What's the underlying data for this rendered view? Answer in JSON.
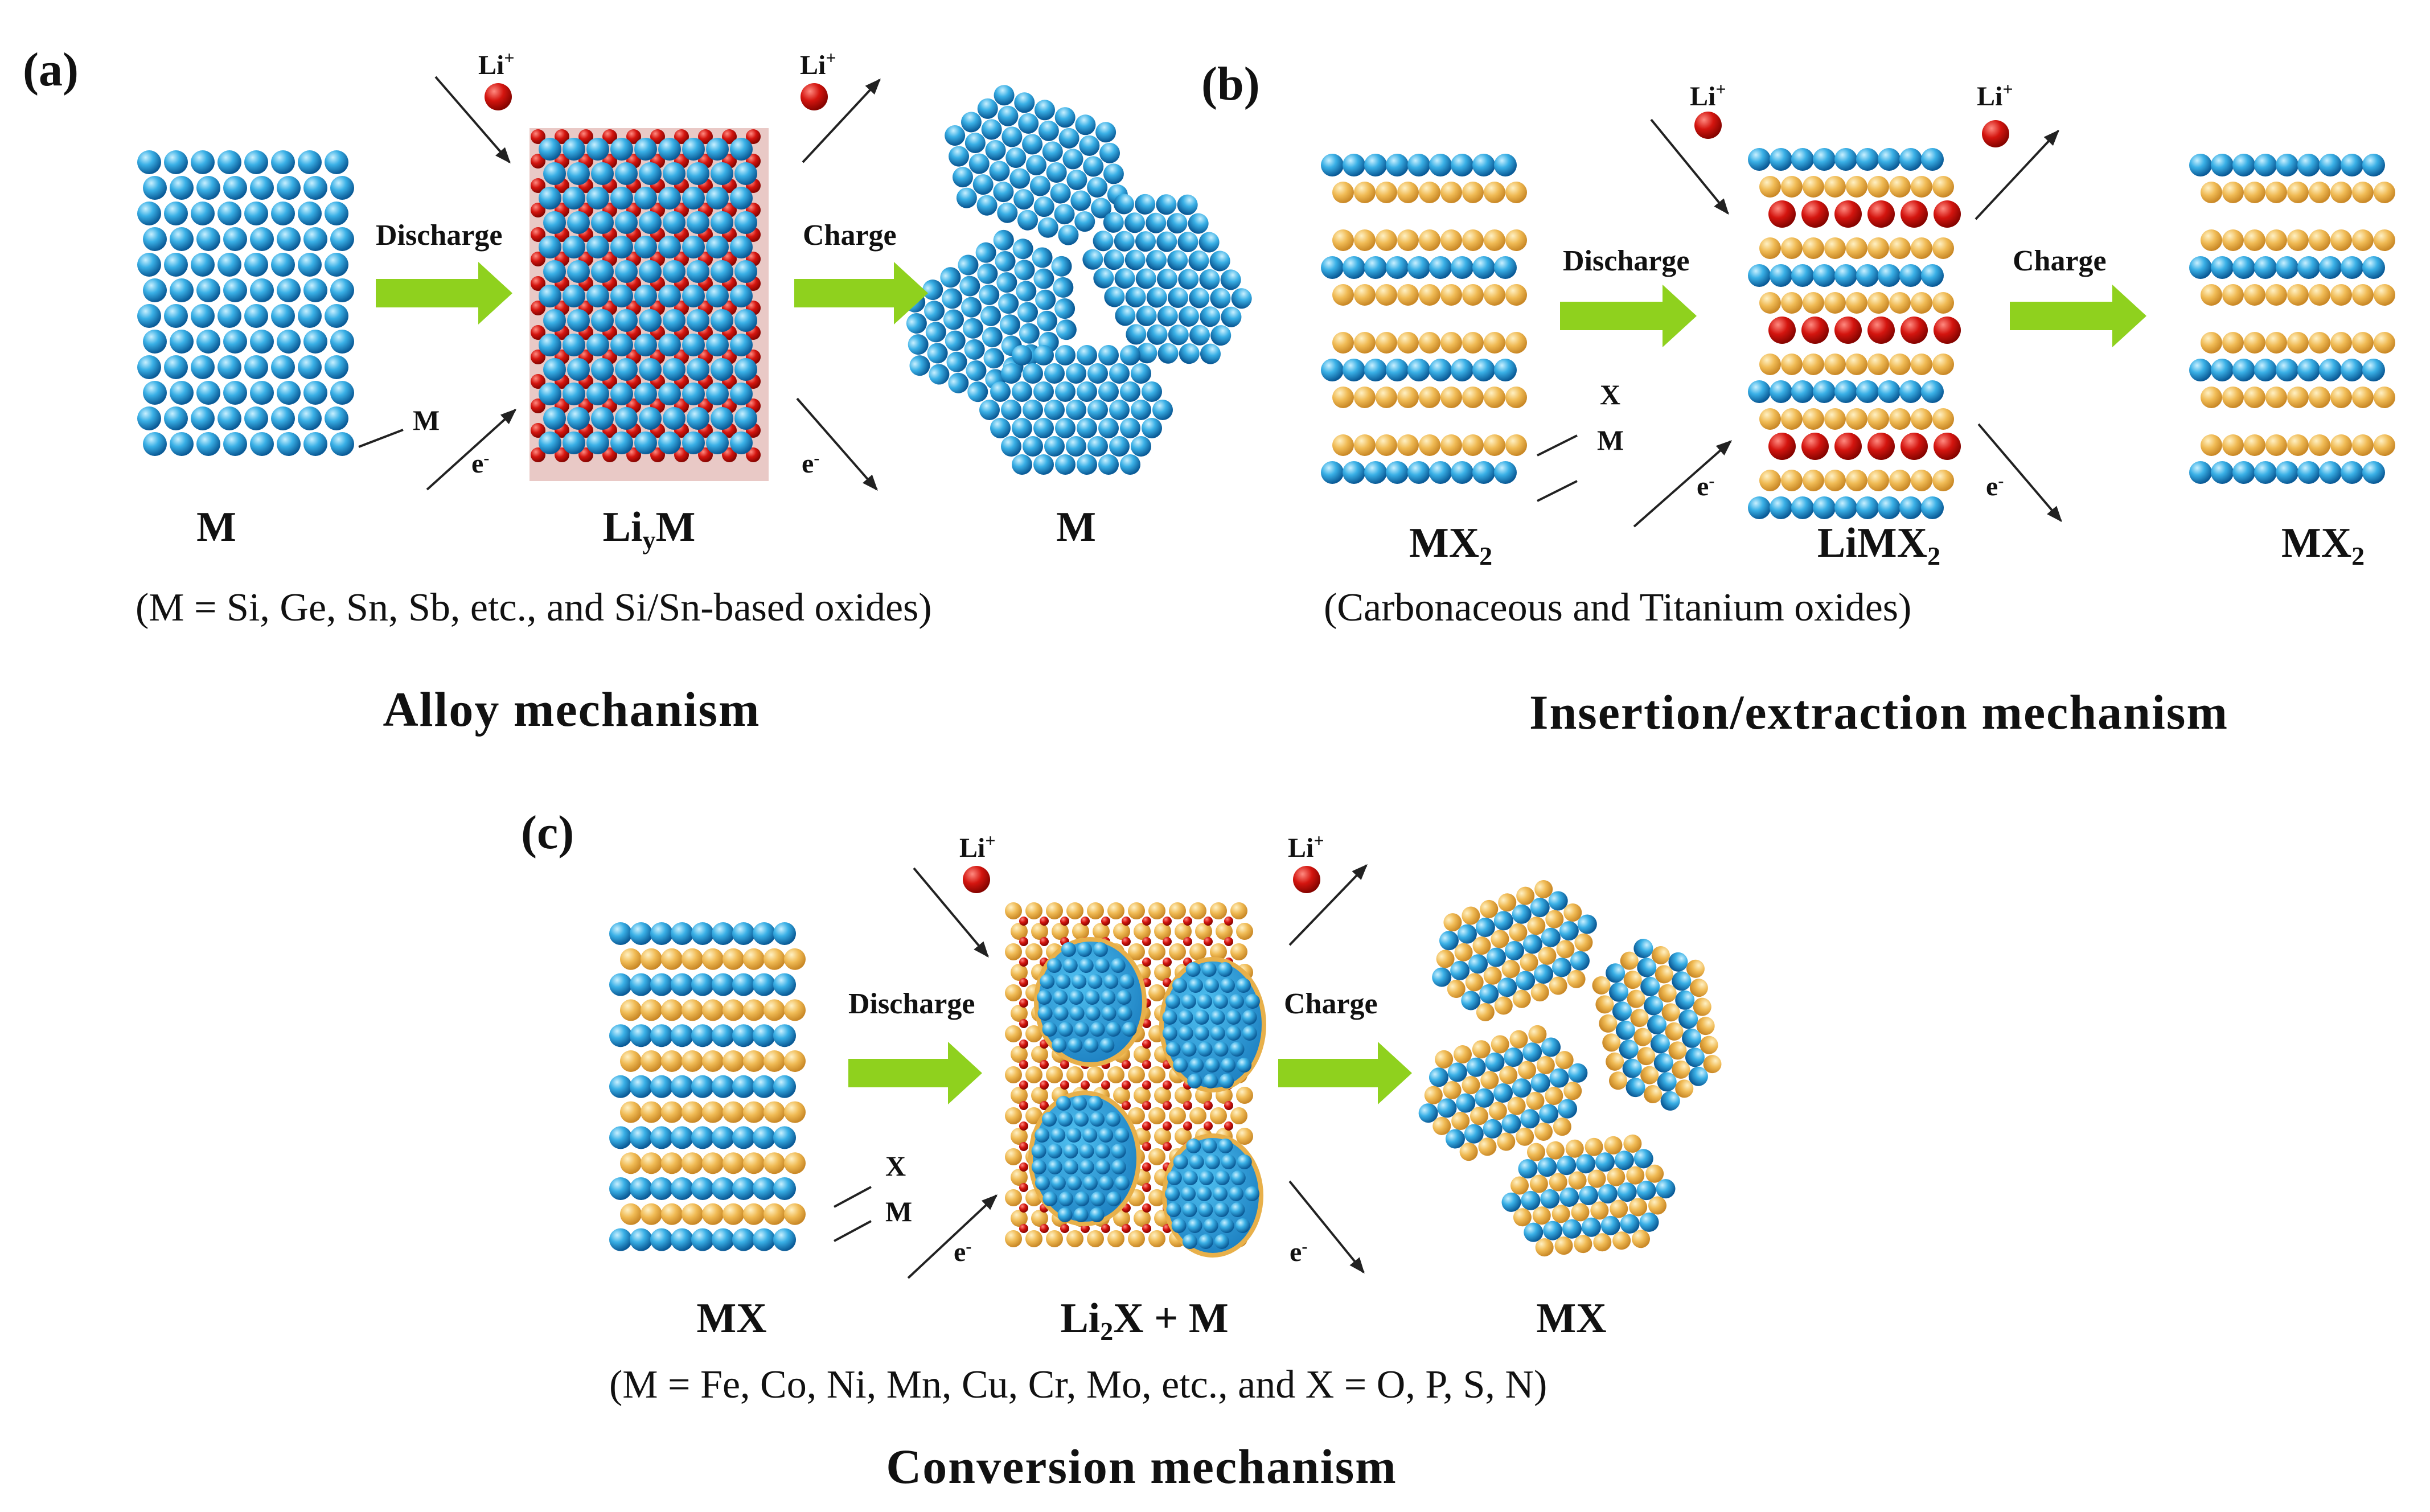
{
  "panels": {
    "a": {
      "tag": "(a)",
      "discharge": "Discharge",
      "charge": "Charge",
      "li_ion_left": "Li",
      "li_ion_right": "Li",
      "li_sup": "+",
      "e_left": "e",
      "e_right": "e",
      "e_sup": "-",
      "m_pointer": "M",
      "state_start": "M",
      "state_mid_main": "Li",
      "state_mid_sub": "y",
      "state_mid_tail": "M",
      "state_end": "M",
      "note": "(M = Si, Ge, Sn, Sb, etc., and Si/Sn-based oxides)",
      "mechanism": "Alloy mechanism"
    },
    "b": {
      "tag": "(b)",
      "discharge": "Discharge",
      "charge": "Charge",
      "li_ion_left": "Li",
      "li_ion_right": "Li",
      "li_sup": "+",
      "e_left": "e",
      "e_right": "e",
      "e_sup": "-",
      "x_pointer": "X",
      "m_pointer": "M",
      "state_start_main": "MX",
      "state_start_sub": "2",
      "state_mid_main": "LiMX",
      "state_mid_sub": "2",
      "state_end_main": "MX",
      "state_end_sub": "2",
      "note": "(Carbonaceous and Titanium oxides)",
      "mechanism": "Insertion/extraction mechanism"
    },
    "c": {
      "tag": "(c)",
      "discharge": "Discharge",
      "charge": "Charge",
      "li_ion_left": "Li",
      "li_ion_right": "Li",
      "li_sup": "+",
      "e_left": "e",
      "e_right": "e",
      "e_sup": "-",
      "x_pointer": "X",
      "m_pointer": "M",
      "state_start": "MX",
      "state_mid_a": "Li",
      "state_mid_sub": "2",
      "state_mid_b": "X + M",
      "state_end": "MX",
      "note": "(M = Fe, Co, Ni, Mn, Cu, Cr, Mo, etc., and X = O, P, S, N)",
      "mechanism": "Conversion mechanism"
    }
  },
  "colors": {
    "metal_atom": "#2a9ed8",
    "x_atom": "#e8b04a",
    "li_atom": "#c8100c",
    "process_arrow": "#8fd11e"
  }
}
